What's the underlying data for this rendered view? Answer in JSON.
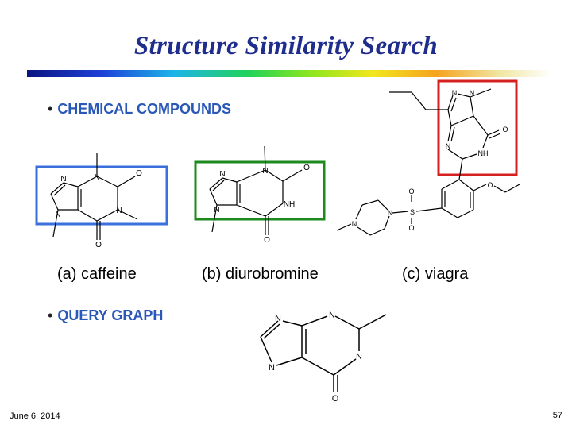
{
  "slide": {
    "title": "Structure Similarity Search",
    "bullet_compounds": "CHEMICAL COMPOUNDS",
    "bullet_query": "QUERY GRAPH",
    "captions": {
      "a": "(a) caffeine",
      "b": "(b) diurobromine",
      "c": "(c) viagra"
    },
    "footer_date": "June 6, 2014",
    "page_number": "57"
  },
  "atoms": {
    "N": "N",
    "O": "O",
    "NH": "NH"
  },
  "colors": {
    "title": "#1f2d8c",
    "bullet_text": "#2a58b8",
    "box_caffeine": "#3a6fdc",
    "box_diurobromine": "#1c8a1c",
    "box_viagra": "#d62020"
  }
}
